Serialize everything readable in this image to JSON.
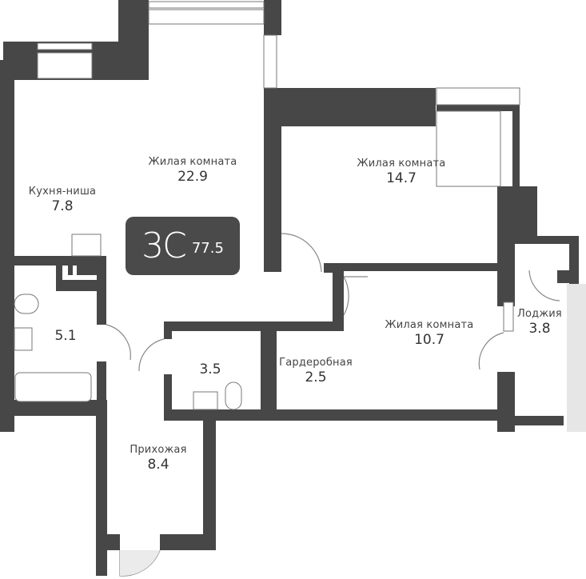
{
  "plan": {
    "type_code": "3С",
    "total_area": "77.5",
    "wall_color": "#474747",
    "door_arc_color": "#888888",
    "loggia_glass_color": "#e6e6e6"
  },
  "rooms": [
    {
      "id": "living-1",
      "name": "Жилая комната",
      "area": "22.9"
    },
    {
      "id": "kitchen-niche",
      "name": "Кухня-ниша",
      "area": "7.8"
    },
    {
      "id": "living-2",
      "name": "Жилая комната",
      "area": "14.7"
    },
    {
      "id": "bathroom",
      "name": "",
      "area": "5.1"
    },
    {
      "id": "wc",
      "name": "",
      "area": "3.5"
    },
    {
      "id": "wardrobe",
      "name": "Гардеробная",
      "area": "2.5"
    },
    {
      "id": "living-3",
      "name": "Жилая комната",
      "area": "10.7"
    },
    {
      "id": "loggia",
      "name": "Лоджия",
      "area": "3.8"
    },
    {
      "id": "hallway",
      "name": "Прихожая",
      "area": "8.4"
    }
  ]
}
